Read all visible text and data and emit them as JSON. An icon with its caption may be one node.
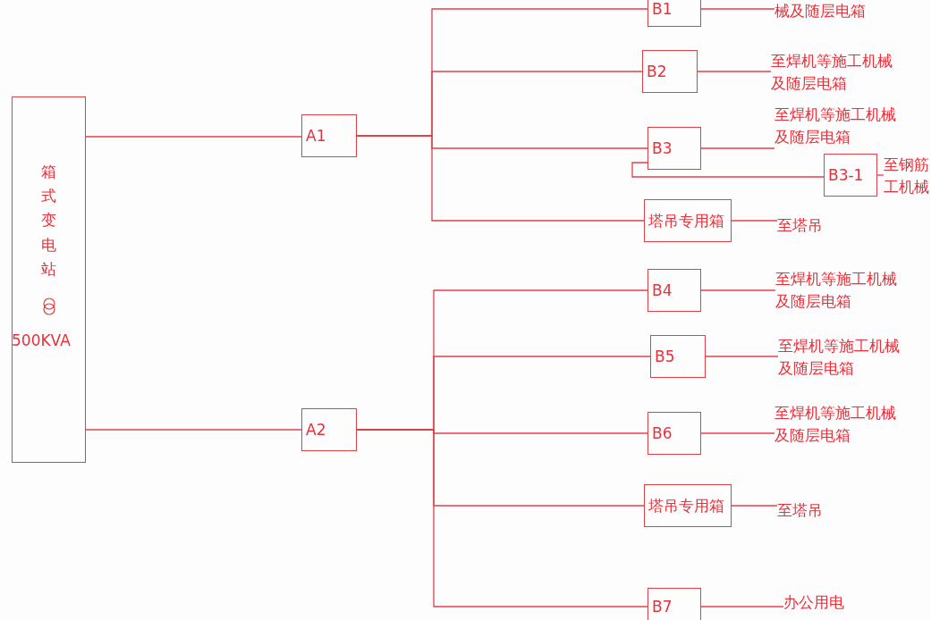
{
  "diagram": {
    "nodes": [
      {
        "text": [
          "箱式变电站",
          "500KVA"
        ]
      },
      {
        "text": [
          "A1"
        ]
      },
      {
        "text": [
          "B1"
        ]
      },
      {
        "text": [
          "械及随层电箱"
        ]
      },
      {
        "text": [
          "B2"
        ]
      },
      {
        "text": [
          "至焊机等施工机械及随层电箱"
        ]
      },
      {
        "text": [
          "B3"
        ]
      },
      {
        "text": [
          "至焊机等施工机械及随层电箱"
        ]
      },
      {
        "text": [
          "B3-1"
        ]
      },
      {
        "text": [
          "至钢筋工机械"
        ]
      },
      {
        "text": [
          "塔吊专用箱"
        ]
      },
      {
        "text": [
          "至塔吊"
        ]
      },
      {
        "text": [
          "A2"
        ]
      },
      {
        "text": [
          "B4"
        ]
      },
      {
        "text": [
          "至焊机等施工机械及随层电箱"
        ]
      },
      {
        "text": [
          "B5"
        ]
      },
      {
        "text": [
          "至焊机等施工机械及随层电箱"
        ]
      },
      {
        "text": [
          "B6"
        ]
      },
      {
        "text": [
          "至焊机等施工机械及随层电箱"
        ]
      },
      {
        "text": [
          "塔吊专用箱"
        ]
      },
      {
        "text": [
          "至塔吊"
        ]
      },
      {
        "text": [
          "B7"
        ]
      },
      {
        "text": [
          "办公用电"
        ]
      }
    ],
    "edges": [
      {
        "from": 0,
        "to": 1,
        "arrow": "none"
      },
      {
        "from": 0,
        "to": 12,
        "arrow": "none"
      },
      {
        "from": 1,
        "to": 2,
        "arrow": "none"
      },
      {
        "from": 1,
        "to": 4,
        "arrow": "none"
      },
      {
        "from": 1,
        "to": 6,
        "arrow": "none"
      },
      {
        "from": 1,
        "to": 10,
        "arrow": "none"
      },
      {
        "from": 6,
        "to": 8,
        "arrow": "none"
      },
      {
        "from": 2,
        "to": 3,
        "arrow": "none"
      },
      {
        "from": 4,
        "to": 5,
        "arrow": "none"
      },
      {
        "from": 6,
        "to": 7,
        "arrow": "none"
      },
      {
        "from": 8,
        "to": 9,
        "arrow": "none"
      },
      {
        "from": 10,
        "to": 11,
        "arrow": "none"
      },
      {
        "from": 12,
        "to": 13,
        "arrow": "none"
      },
      {
        "from": 12,
        "to": 15,
        "arrow": "none"
      },
      {
        "from": 12,
        "to": 17,
        "arrow": "none"
      },
      {
        "from": 12,
        "to": 19,
        "arrow": "none"
      },
      {
        "from": 12,
        "to": 21,
        "arrow": "none"
      },
      {
        "from": 13,
        "to": 14,
        "arrow": "none"
      },
      {
        "from": 15,
        "to": 16,
        "arrow": "none"
      },
      {
        "from": 17,
        "to": 18,
        "arrow": "none"
      },
      {
        "from": 19,
        "to": 20,
        "arrow": "none"
      },
      {
        "from": 21,
        "to": 22,
        "arrow": "none"
      }
    ]
  }
}
